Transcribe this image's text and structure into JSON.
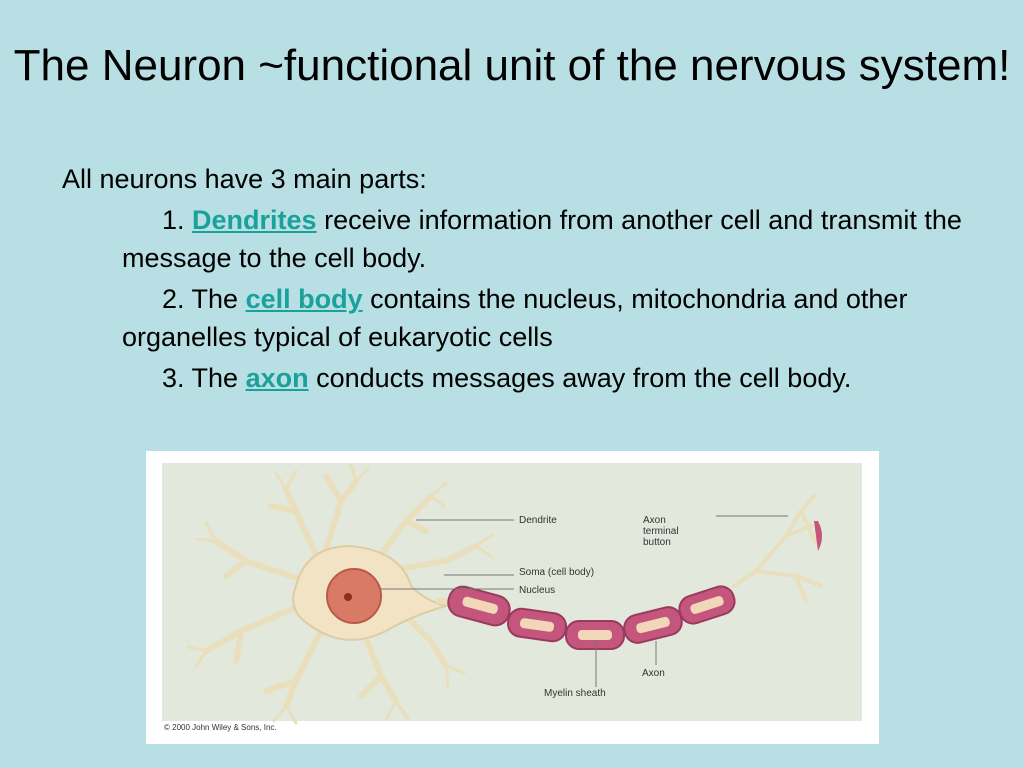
{
  "title": "The Neuron ~functional unit of the nervous system!",
  "intro": "All neurons have 3 main parts:",
  "items": [
    {
      "prefix": "1. ",
      "keyword": "Dendrites",
      "rest": " receive information from another cell and transmit the message to the cell body."
    },
    {
      "prefix": "2. The ",
      "keyword": "cell body",
      "rest": " contains the nucleus, mitochondria and other organelles typical of eukaryotic cells"
    },
    {
      "prefix": "3. The ",
      "keyword": "axon",
      "rest": " conducts messages away from the cell body."
    }
  ],
  "figure": {
    "labels": {
      "dendrite": "Dendrite",
      "soma": "Soma (cell body)",
      "nucleus": "Nucleus",
      "axon_terminal_1": "Axon",
      "axon_terminal_2": "terminal",
      "axon_terminal_3": "button",
      "axon": "Axon",
      "myelin": "Myelin sheath"
    },
    "copyright": "© 2000 John Wiley & Sons, Inc."
  },
  "colors": {
    "background": "#b8dfe3",
    "keyword": "#19a19b",
    "neuron_body": "#f1e3c4",
    "nucleus": "#d97a66",
    "myelin": "#c4557c"
  }
}
